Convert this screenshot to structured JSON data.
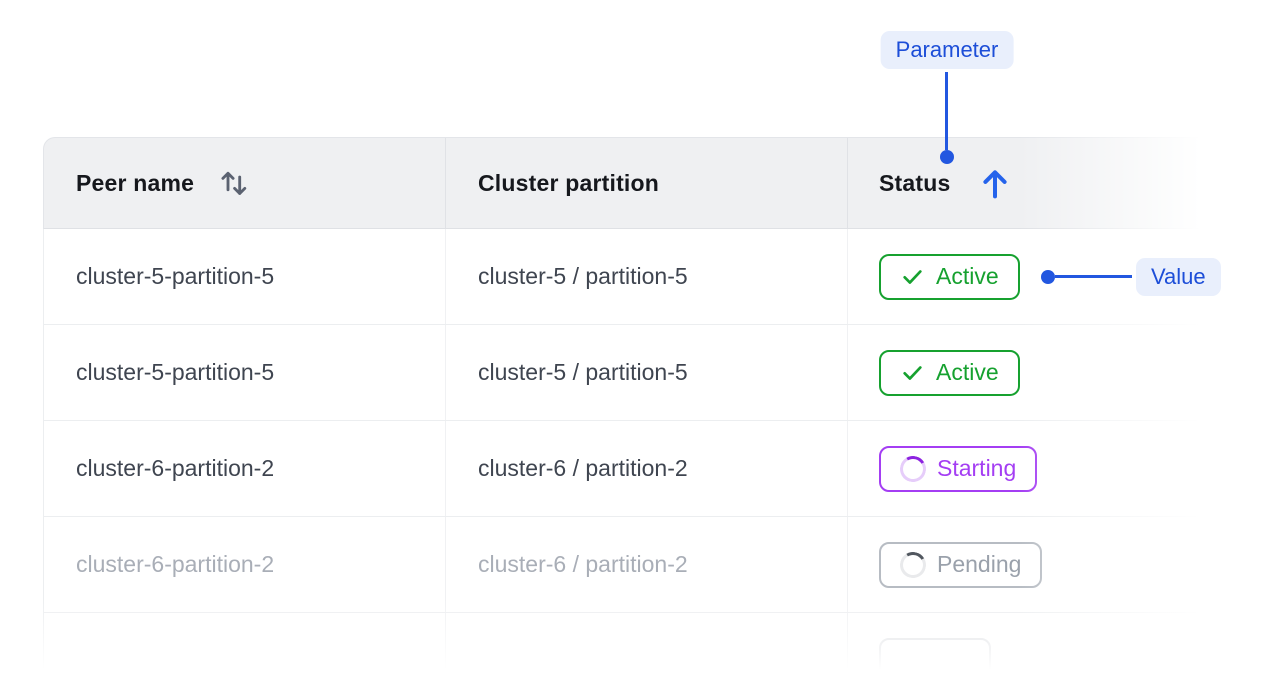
{
  "annotations": {
    "parameter_label": "Parameter",
    "value_label": "Value"
  },
  "table": {
    "columns": [
      {
        "label": "Peer name",
        "sort_state": "sortable",
        "sort_icon": "sort-arrows-icon"
      },
      {
        "label": "Cluster partition",
        "sort_state": "none",
        "sort_icon": ""
      },
      {
        "label": "Status",
        "sort_state": "ascending",
        "sort_icon": "arrow-up-icon"
      }
    ],
    "rows": [
      {
        "peer_name": "cluster-5-partition-5",
        "cluster_partition": "cluster-5 / partition-5",
        "status": "Active",
        "status_variant": "active",
        "status_icon": "check-icon",
        "dimmed": false
      },
      {
        "peer_name": "cluster-5-partition-5",
        "cluster_partition": "cluster-5 / partition-5",
        "status": "Active",
        "status_variant": "active",
        "status_icon": "check-icon",
        "dimmed": false
      },
      {
        "peer_name": "cluster-6-partition-2",
        "cluster_partition": "cluster-6 / partition-2",
        "status": "Starting",
        "status_variant": "starting",
        "status_icon": "spinner-icon",
        "dimmed": false
      },
      {
        "peer_name": "cluster-6-partition-2",
        "cluster_partition": "cluster-6 / partition-2",
        "status": "Pending",
        "status_variant": "pending",
        "status_icon": "spinner-icon",
        "dimmed": true
      },
      {
        "peer_name": "",
        "cluster_partition": "",
        "status": "",
        "status_variant": "ghost",
        "status_icon": "",
        "dimmed": true
      }
    ]
  },
  "colors": {
    "accent_blue": "#1d4ed8",
    "connector_blue": "#2257e0",
    "callout_bg": "#e9effc",
    "active_green": "#16a12f",
    "starting_purple": "#a43ef3",
    "pending_gray_text": "#9aa1ab",
    "pending_gray_border": "#b7bcc3",
    "header_bg": "#eff0f2",
    "row_border": "#eceef0",
    "header_text": "#16181d",
    "cell_text": "#3f4550",
    "dimmed_text": "#a9aeb7"
  }
}
